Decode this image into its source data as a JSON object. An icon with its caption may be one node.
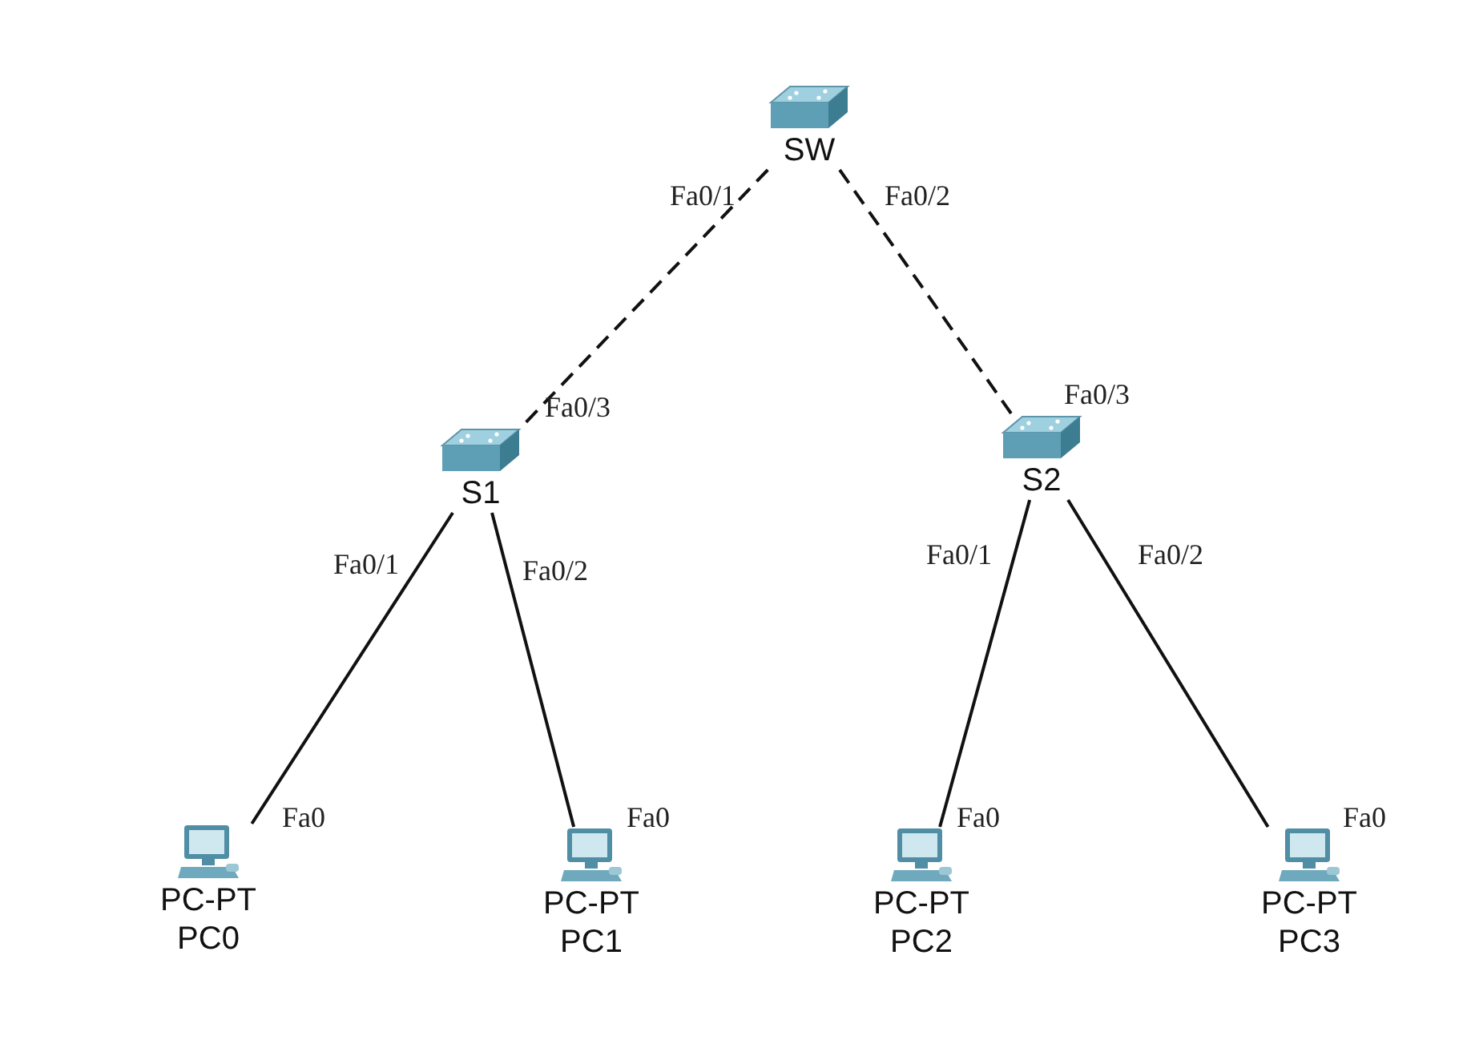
{
  "diagram": {
    "nodes": [
      {
        "text": [
          "SW"
        ]
      },
      {
        "text": [
          "S1"
        ]
      },
      {
        "text": [
          "S2"
        ]
      },
      {
        "text": [
          "PC-PT",
          "PC0"
        ]
      },
      {
        "text": [
          "PC-PT",
          "PC1"
        ]
      },
      {
        "text": [
          "PC-PT",
          "PC2"
        ]
      },
      {
        "text": [
          "PC-PT",
          "PC3"
        ]
      }
    ],
    "edges": [
      {
        "from": 0,
        "to": 1,
        "arrow": "none",
        "style": "dashed"
      },
      {
        "from": 0,
        "to": 2,
        "arrow": "none",
        "style": "dashed"
      },
      {
        "from": 1,
        "to": 3,
        "arrow": "none"
      },
      {
        "from": 1,
        "to": 4,
        "arrow": "none"
      },
      {
        "from": 2,
        "to": 5,
        "arrow": "none"
      },
      {
        "from": 2,
        "to": 6,
        "arrow": "none"
      }
    ],
    "labels": [
      "Fa0/1",
      "Fa0/2",
      "Fa0/3",
      "Fa0/3",
      "Fa0/1",
      "Fa0/2",
      "Fa0/1",
      "Fa0/2",
      "Fa0",
      "Fa0",
      "Fa0",
      "Fa0"
    ]
  }
}
